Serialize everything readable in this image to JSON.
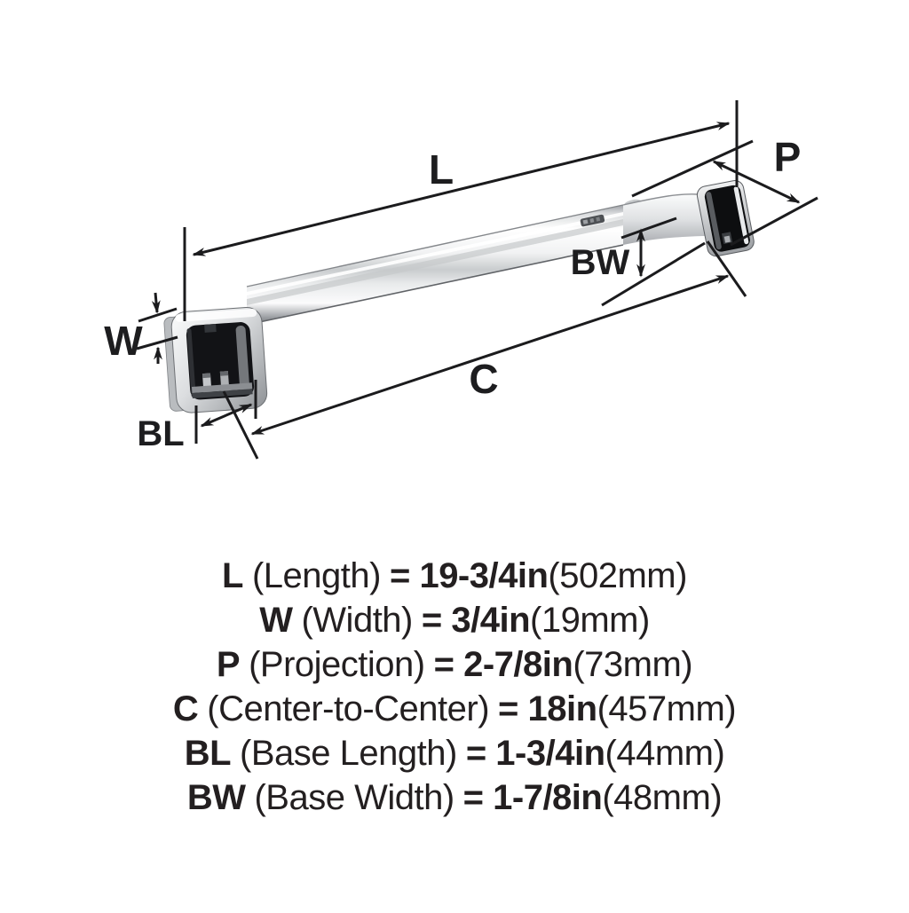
{
  "diagram": {
    "labels": {
      "length": "L",
      "width": "W",
      "projection": "P",
      "center_to_center": "C",
      "base_length": "BL",
      "base_width": "BW"
    }
  },
  "specs": {
    "rows": [
      {
        "code": "L",
        "name": "(Length)",
        "imperial": "= 19-3/4in",
        "metric": "(502mm)"
      },
      {
        "code": "W",
        "name": "(Width)",
        "imperial": "= 3/4in",
        "metric": "(19mm)"
      },
      {
        "code": "P",
        "name": "(Projection)",
        "imperial": "= 2-7/8in",
        "metric": "(73mm)"
      },
      {
        "code": "C",
        "name": "(Center-to-Center)",
        "imperial": "= 18in",
        "metric": "(457mm)"
      },
      {
        "code": "BL",
        "name": "(Base Length)",
        "imperial": "= 1-3/4in",
        "metric": "(44mm)"
      },
      {
        "code": "BW",
        "name": "(Base Width)",
        "imperial": "= 1-7/8in",
        "metric": "(48mm)"
      }
    ]
  },
  "colors": {
    "background": "#ffffff",
    "dimension_line": "#1b1b1d",
    "text": "#231f20",
    "chrome_highlight": "#ffffff",
    "chrome_mid": "#c9ccce",
    "chrome_shadow": "#74777b",
    "base_interior": "#121316"
  }
}
